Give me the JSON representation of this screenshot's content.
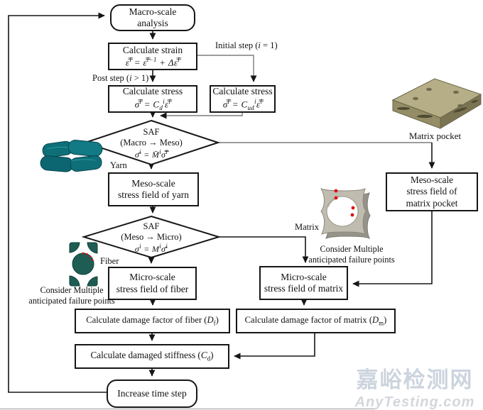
{
  "diagram": {
    "nodes": {
      "macro": {
        "line1": "Macro-scale",
        "line2": "analysis"
      },
      "strain": {
        "title": "Calculate strain",
        "eq": "ε̿^{i} = ε̿^{i−1} + Δε̿^{i}"
      },
      "stress_d": {
        "title": "Calculate stress",
        "eq": "σ̿^{i} = C_{d}^{i}ε̿^{i}"
      },
      "stress_ud": {
        "title": "Calculate stress",
        "eq": "σ̿^{i} = C_{ud}^{i}ε̿^{i}"
      },
      "saf1": {
        "title": "SAF",
        "sub": "(Macro → Meso)",
        "eq": "σ̄^{i} = M̄^{i}σ̿^{i}"
      },
      "meso_yarn": {
        "line1": "Meso-scale",
        "line2": "stress field of yarn"
      },
      "saf2": {
        "title": "SAF",
        "sub": "(Meso → Micro)",
        "eq": "σ^{i} = M^{i}σ̄^{i}"
      },
      "micro_fiber": {
        "line1": "Micro-scale",
        "line2": "stress field of fiber"
      },
      "micro_matrix": {
        "line1": "Micro-scale",
        "line2": "stress field of matrix"
      },
      "meso_pocket": {
        "line1": "Meso-scale",
        "line2": "stress field of",
        "line3": "matrix pocket"
      },
      "damage_fiber": {
        "label": "Calculate damage factor of fiber (*{D}_{f})"
      },
      "damage_matrix": {
        "label": "Calculate damage factor of matrix (*{D}_{m})"
      },
      "stiffness": {
        "label": "Calculate damaged stiffness (*{C}_{d})"
      },
      "increase": {
        "label": "Increase time step"
      }
    },
    "edge_labels": {
      "initial_step": "Initial step (*{i} = 1)",
      "post_step": "Post step (*{i} > 1)"
    },
    "annotations": {
      "yarn": "Yarn",
      "fiber": "Fiber",
      "matrix": "Matrix",
      "matrix_pocket": "Matrix pocket",
      "consider_left_1": "Consider Multiple",
      "consider_left_2": "anticipated failure points",
      "consider_right_1": "Consider Multiple",
      "consider_right_2": "anticipated failure points"
    },
    "colors": {
      "line": "#161616",
      "gray_line": "#7d7d7d",
      "yarn_teal": "#0e6f79",
      "fiber_teal": "#1e5d53",
      "matrix_gray": "#c0bdb0",
      "pocket_tan": "#b6ae87",
      "failure_red": "#e01010",
      "watermark_cn": "#ccd4de",
      "watermark_en": "#d3d7db"
    }
  },
  "watermark": {
    "cn": "嘉峪检测网",
    "en": "AnyTesting.com"
  }
}
